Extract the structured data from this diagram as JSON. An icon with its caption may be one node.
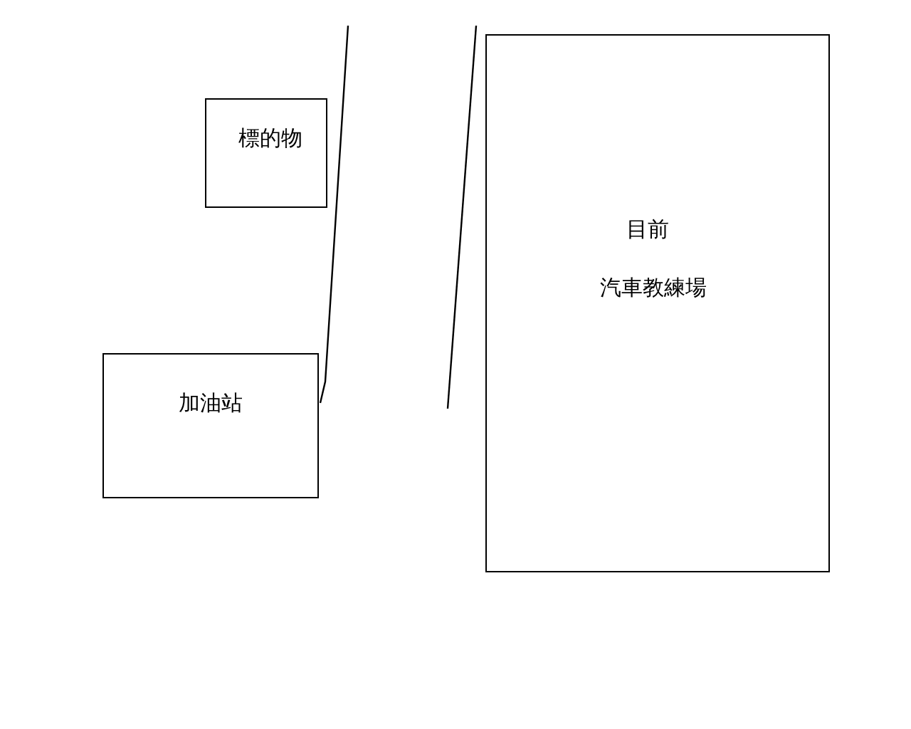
{
  "diagram": {
    "nodes": [
      {
        "text": [
          "標的物"
        ]
      },
      {
        "text": [
          "加油站"
        ]
      },
      {
        "text": [
          "目前",
          "汽車教練場"
        ]
      }
    ]
  }
}
